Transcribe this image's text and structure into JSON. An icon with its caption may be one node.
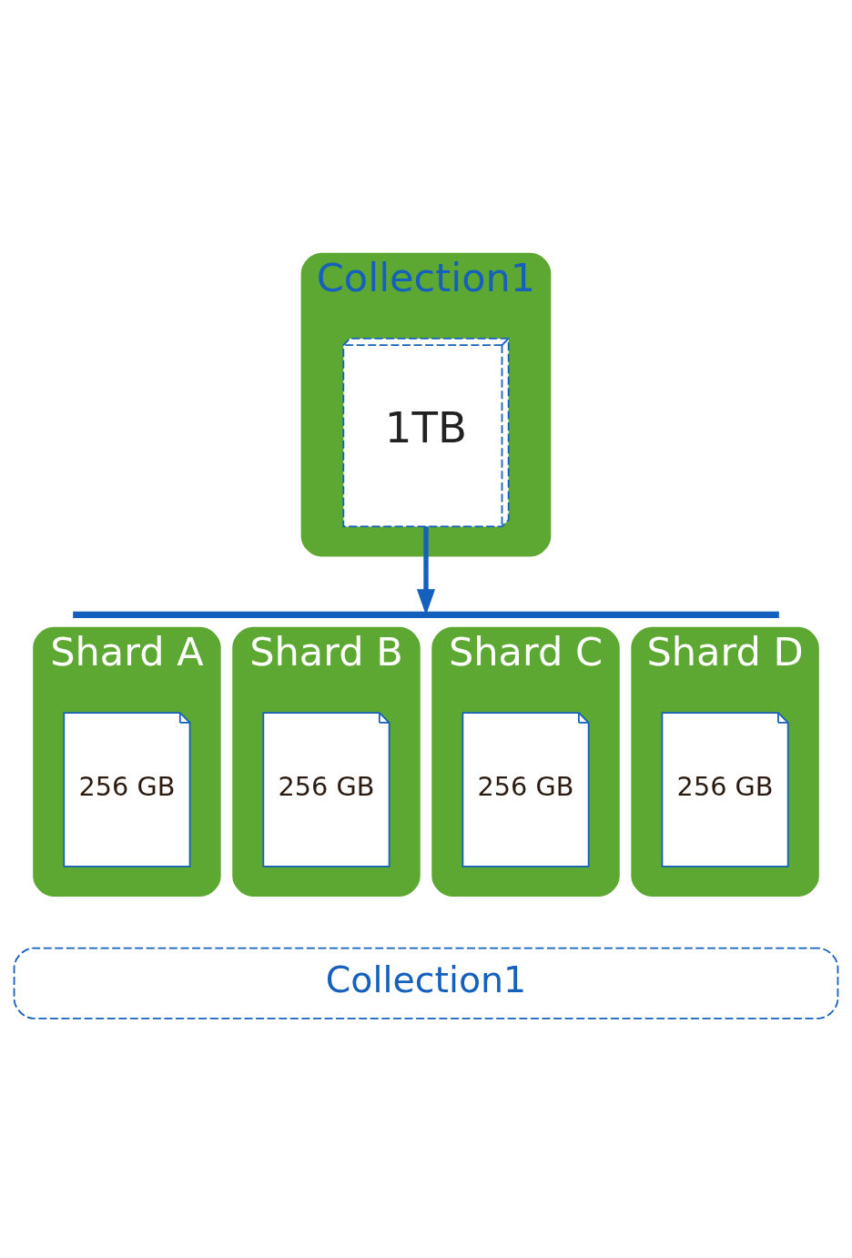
{
  "diagram": {
    "nodes": [
      {
        "text": [
          "Collection1"
        ]
      },
      {
        "text": [
          "1TB"
        ],
        "in": 0
      },
      {
        "text": [],
        "shape": "brace"
      },
      {
        "text": [
          "Shard A"
        ]
      },
      {
        "text": [
          "Shard B"
        ]
      },
      {
        "text": [
          "Shard C"
        ]
      },
      {
        "text": [
          "Shard D"
        ]
      },
      {
        "text": [
          "256 GB"
        ],
        "in": 3
      },
      {
        "text": [
          "256 GB"
        ],
        "in": 4
      },
      {
        "text": [
          "256 GB"
        ],
        "in": 5
      },
      {
        "text": [
          "256 GB"
        ],
        "in": 6
      },
      {
        "text": [
          "Collection1"
        ]
      }
    ],
    "edges": [
      {
        "from": 1,
        "to": 2,
        "arrow": "to"
      }
    ]
  }
}
